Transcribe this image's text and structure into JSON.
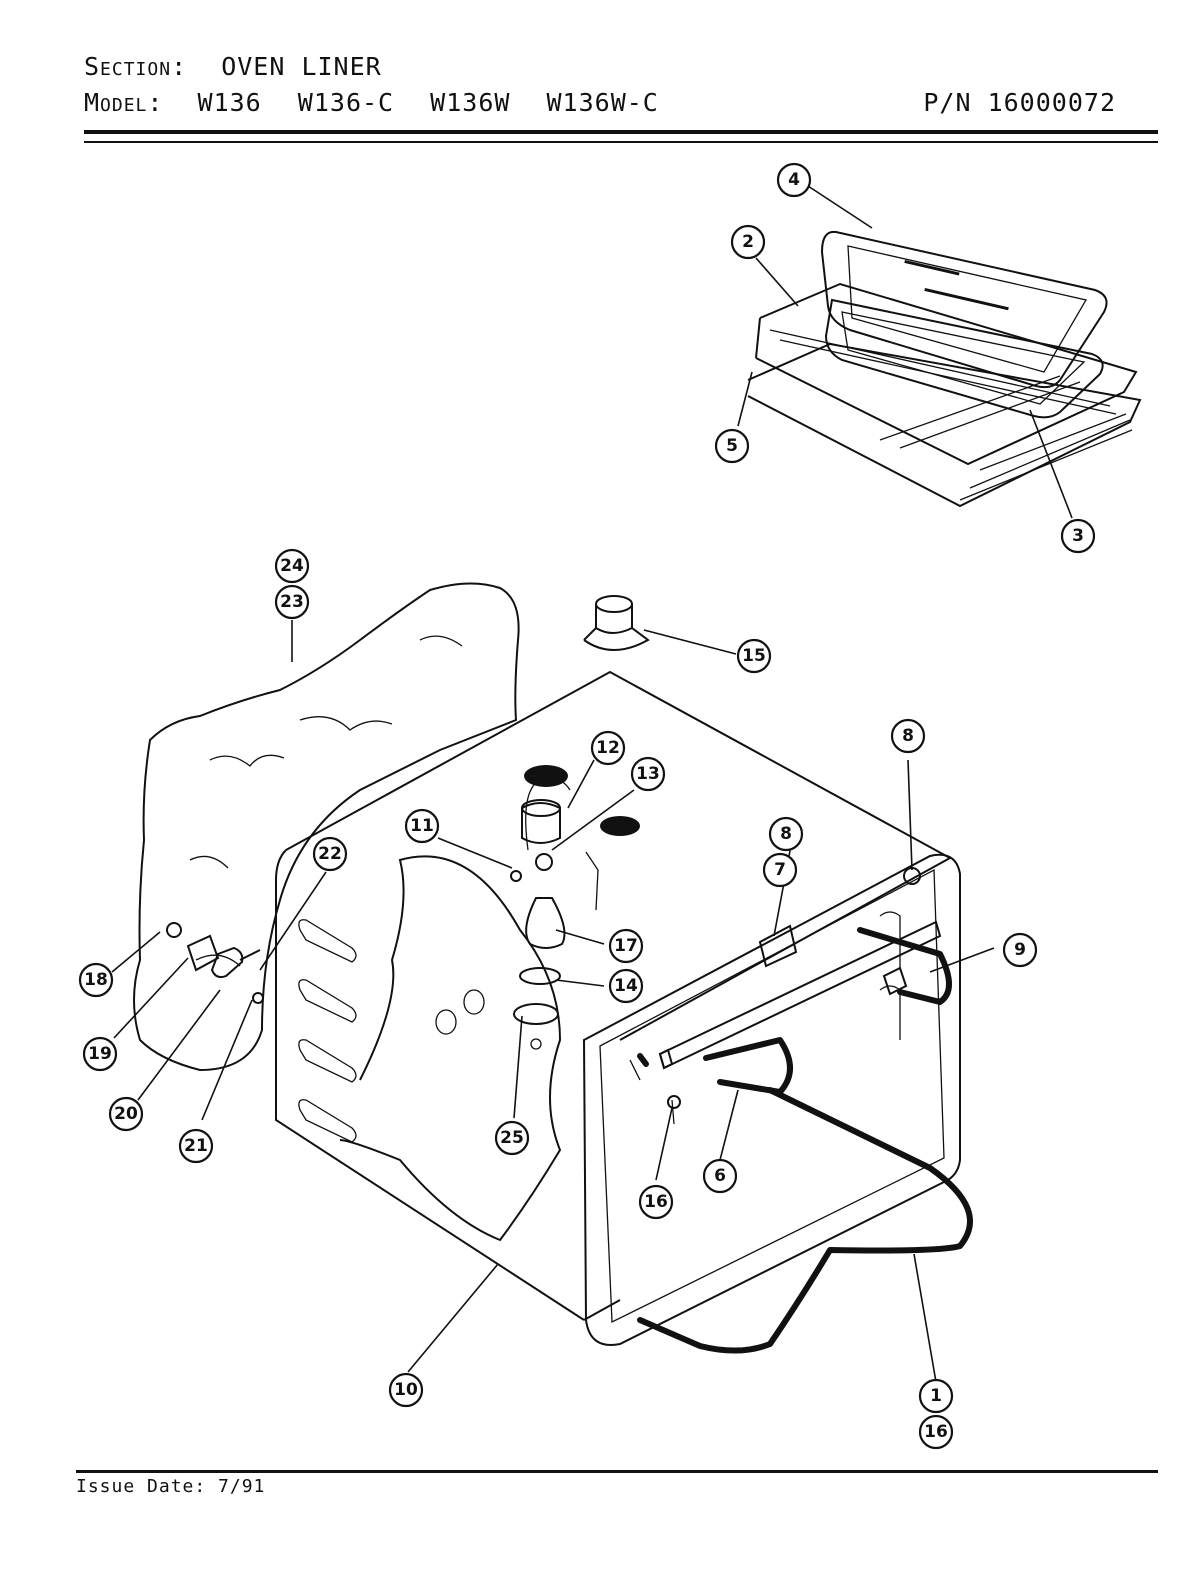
{
  "header": {
    "section_label": "Section:",
    "section_value": "OVEN LINER",
    "model_label": "Model:",
    "models": [
      "W136",
      "W136-C",
      "W136W",
      "W136W-C"
    ],
    "part_number": "P/N 16000072"
  },
  "footer": {
    "issue_date": "Issue Date: 7/91"
  },
  "callouts": [
    {
      "id": "c4",
      "label": "4"
    },
    {
      "id": "c2",
      "label": "2"
    },
    {
      "id": "c5",
      "label": "5"
    },
    {
      "id": "c3",
      "label": "3"
    },
    {
      "id": "c24",
      "label": "24"
    },
    {
      "id": "c23",
      "label": "23"
    },
    {
      "id": "c15",
      "label": "15"
    },
    {
      "id": "c12",
      "label": "12"
    },
    {
      "id": "c13",
      "label": "13"
    },
    {
      "id": "c11",
      "label": "11"
    },
    {
      "id": "c22",
      "label": "22"
    },
    {
      "id": "c8a",
      "label": "8"
    },
    {
      "id": "c8b",
      "label": "8"
    },
    {
      "id": "c7",
      "label": "7"
    },
    {
      "id": "c9",
      "label": "9"
    },
    {
      "id": "c17",
      "label": "17"
    },
    {
      "id": "c14",
      "label": "14"
    },
    {
      "id": "c18",
      "label": "18"
    },
    {
      "id": "c19",
      "label": "19"
    },
    {
      "id": "c20",
      "label": "20"
    },
    {
      "id": "c21",
      "label": "21"
    },
    {
      "id": "c25",
      "label": "25"
    },
    {
      "id": "c16a",
      "label": "16"
    },
    {
      "id": "c6",
      "label": "6"
    },
    {
      "id": "c10",
      "label": "10"
    },
    {
      "id": "c1",
      "label": "1"
    },
    {
      "id": "c16b",
      "label": "16"
    }
  ]
}
